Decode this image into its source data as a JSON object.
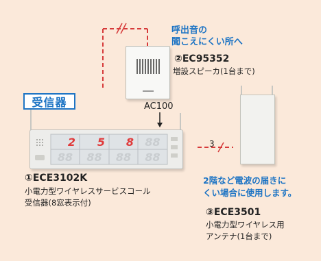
{
  "diagram": {
    "receiver_label": "受信器",
    "speaker_note_line1": "呼出音の",
    "speaker_note_line2": "聞こえにくい所へ",
    "speaker_model": "②EC95352",
    "speaker_desc": "増設スピーカ(1台まで)",
    "power_label": "AC100",
    "receiver_model": "①ECE3102K",
    "receiver_desc_line1": "小電力型ワイヤレスサービスコール",
    "receiver_desc_line2": "受信器(8窓表示付)",
    "antenna_note_line1": "2階など電波の届きに",
    "antenna_note_line2": "くい場合に使用します。",
    "antenna_model": "③ECE3501",
    "antenna_desc_line1": "小電力型ワイヤレス用",
    "antenna_desc_line2": "アンテナ(1台まで)",
    "antenna_cable_count": "3",
    "display_digits_top": [
      "2",
      "5",
      "8",
      "88"
    ],
    "display_digits_bottom": [
      "88",
      "88",
      "88",
      "88"
    ]
  },
  "colors": {
    "accent_blue": "#1d74c4",
    "panel_bg": "#fbe9da",
    "display_red": "#e03a3a",
    "cable_red": "#d63a3a"
  }
}
